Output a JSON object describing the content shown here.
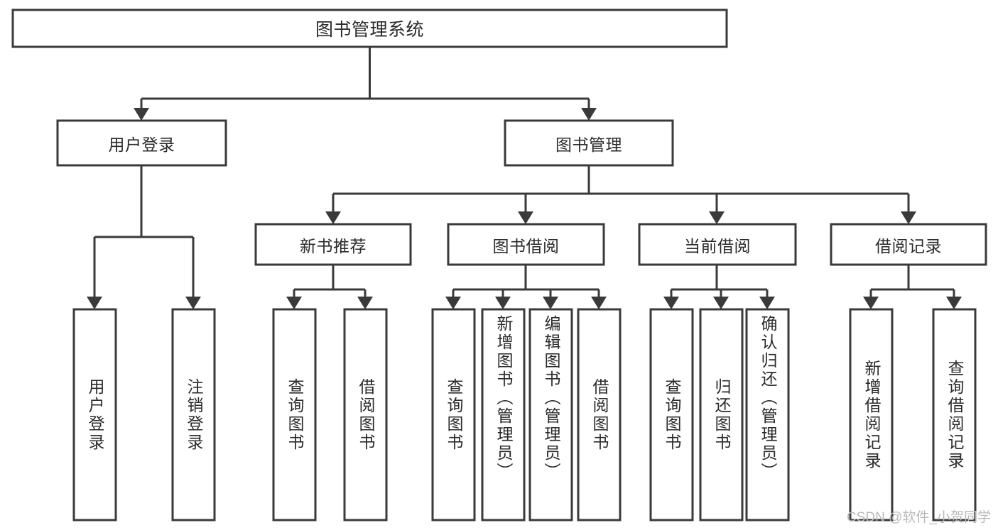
{
  "diagram": {
    "type": "tree-hierarchy-chart",
    "title": "图书管理系统",
    "watermark": "CSDN @软件_小贺同学",
    "colors": {
      "stroke": "#3a3a3a",
      "fill": "#ffffff",
      "text": "#2b2b2b",
      "watermark": "#b9b9b9"
    },
    "levels": {
      "root": {
        "label": "图书管理系统"
      },
      "level2": [
        {
          "label": "用户登录"
        },
        {
          "label": "图书管理"
        }
      ],
      "level3": [
        {
          "label": "新书推荐"
        },
        {
          "label": "图书借阅"
        },
        {
          "label": "当前借阅"
        },
        {
          "label": "借阅记录"
        }
      ],
      "leaves": {
        "user_login": [
          {
            "label": "用户登录"
          },
          {
            "label": "注销登录"
          }
        ],
        "new_book_recommend": [
          {
            "label": "查询图书"
          },
          {
            "label": "借阅图书"
          }
        ],
        "book_borrow": [
          {
            "label": "查询图书"
          },
          {
            "label": "新增图书（管理员）"
          },
          {
            "label": "编辑图书（管理员）"
          },
          {
            "label": "借阅图书"
          }
        ],
        "current_borrow": [
          {
            "label": "查询图书"
          },
          {
            "label": "归还图书"
          },
          {
            "label": "确认归还（管理员）"
          }
        ],
        "borrow_record": [
          {
            "label": "新增借阅记录"
          },
          {
            "label": "查询借阅记录"
          }
        ]
      }
    }
  }
}
